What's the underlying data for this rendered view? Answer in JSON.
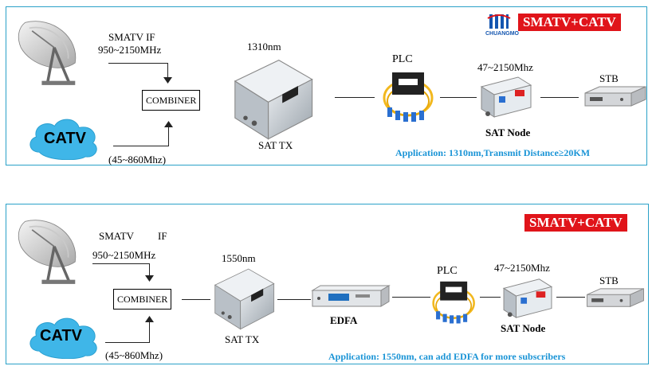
{
  "panel1": {
    "banner": "SMATV+CATV",
    "logo_text": "CHUANGMO",
    "smatv_if": "SMATV IF",
    "smatv_freq": "950~2150MHz",
    "combiner": "COMBINER",
    "catv": "CATV",
    "catv_freq": "(45~860Mhz)",
    "tx_wavelength": "1310nm",
    "tx_label": "SAT TX",
    "plc": "PLC",
    "node_freq": "47~2150Mhz",
    "node_label": "SAT Node",
    "stb": "STB",
    "application": "Application: 1310nm,Transmit Distance≥20KM"
  },
  "panel2": {
    "banner": "SMATV+CATV",
    "smatv": "SMATV",
    "if": "IF",
    "smatv_freq": "950~2150MHz",
    "combiner": "COMBINER",
    "catv": "CATV",
    "catv_freq": "(45~860Mhz)",
    "tx_wavelength": "1550nm",
    "tx_label": "SAT TX",
    "edfa": "EDFA",
    "plc": "PLC",
    "node_freq": "47~2150Mhz",
    "node_label": "SAT Node",
    "stb": "STB",
    "application": "Application: 1550nm, can add EDFA for more subscribers"
  },
  "colors": {
    "border": "#2aa1c8",
    "banner": "#e0141a",
    "application_text": "#1a94d6",
    "cloud": "#3fb6e8"
  }
}
